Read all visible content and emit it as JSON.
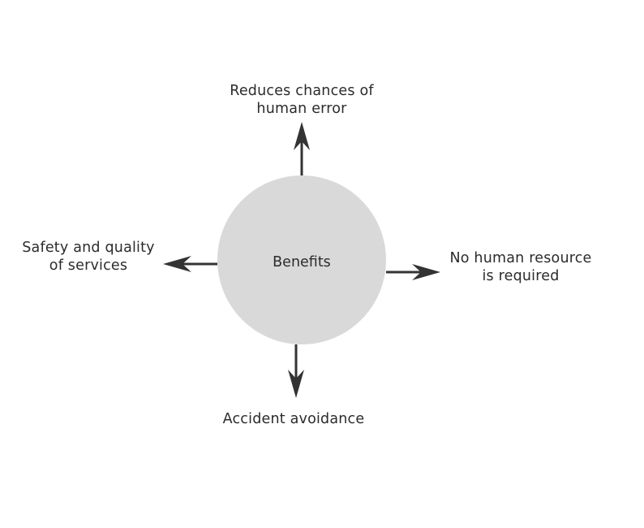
{
  "center": {
    "label": "Benefits",
    "fill_color": "#d9d9d9"
  },
  "arrow_color": "#333333",
  "benefits": [
    {
      "direction": "up",
      "lines": [
        "Reduces chances of",
        "human error"
      ]
    },
    {
      "direction": "left",
      "lines": [
        "Safety and quality",
        "of services"
      ]
    },
    {
      "direction": "right",
      "lines": [
        "No human resource",
        "is required"
      ]
    },
    {
      "direction": "down",
      "lines": [
        "Accident avoidance"
      ]
    }
  ]
}
